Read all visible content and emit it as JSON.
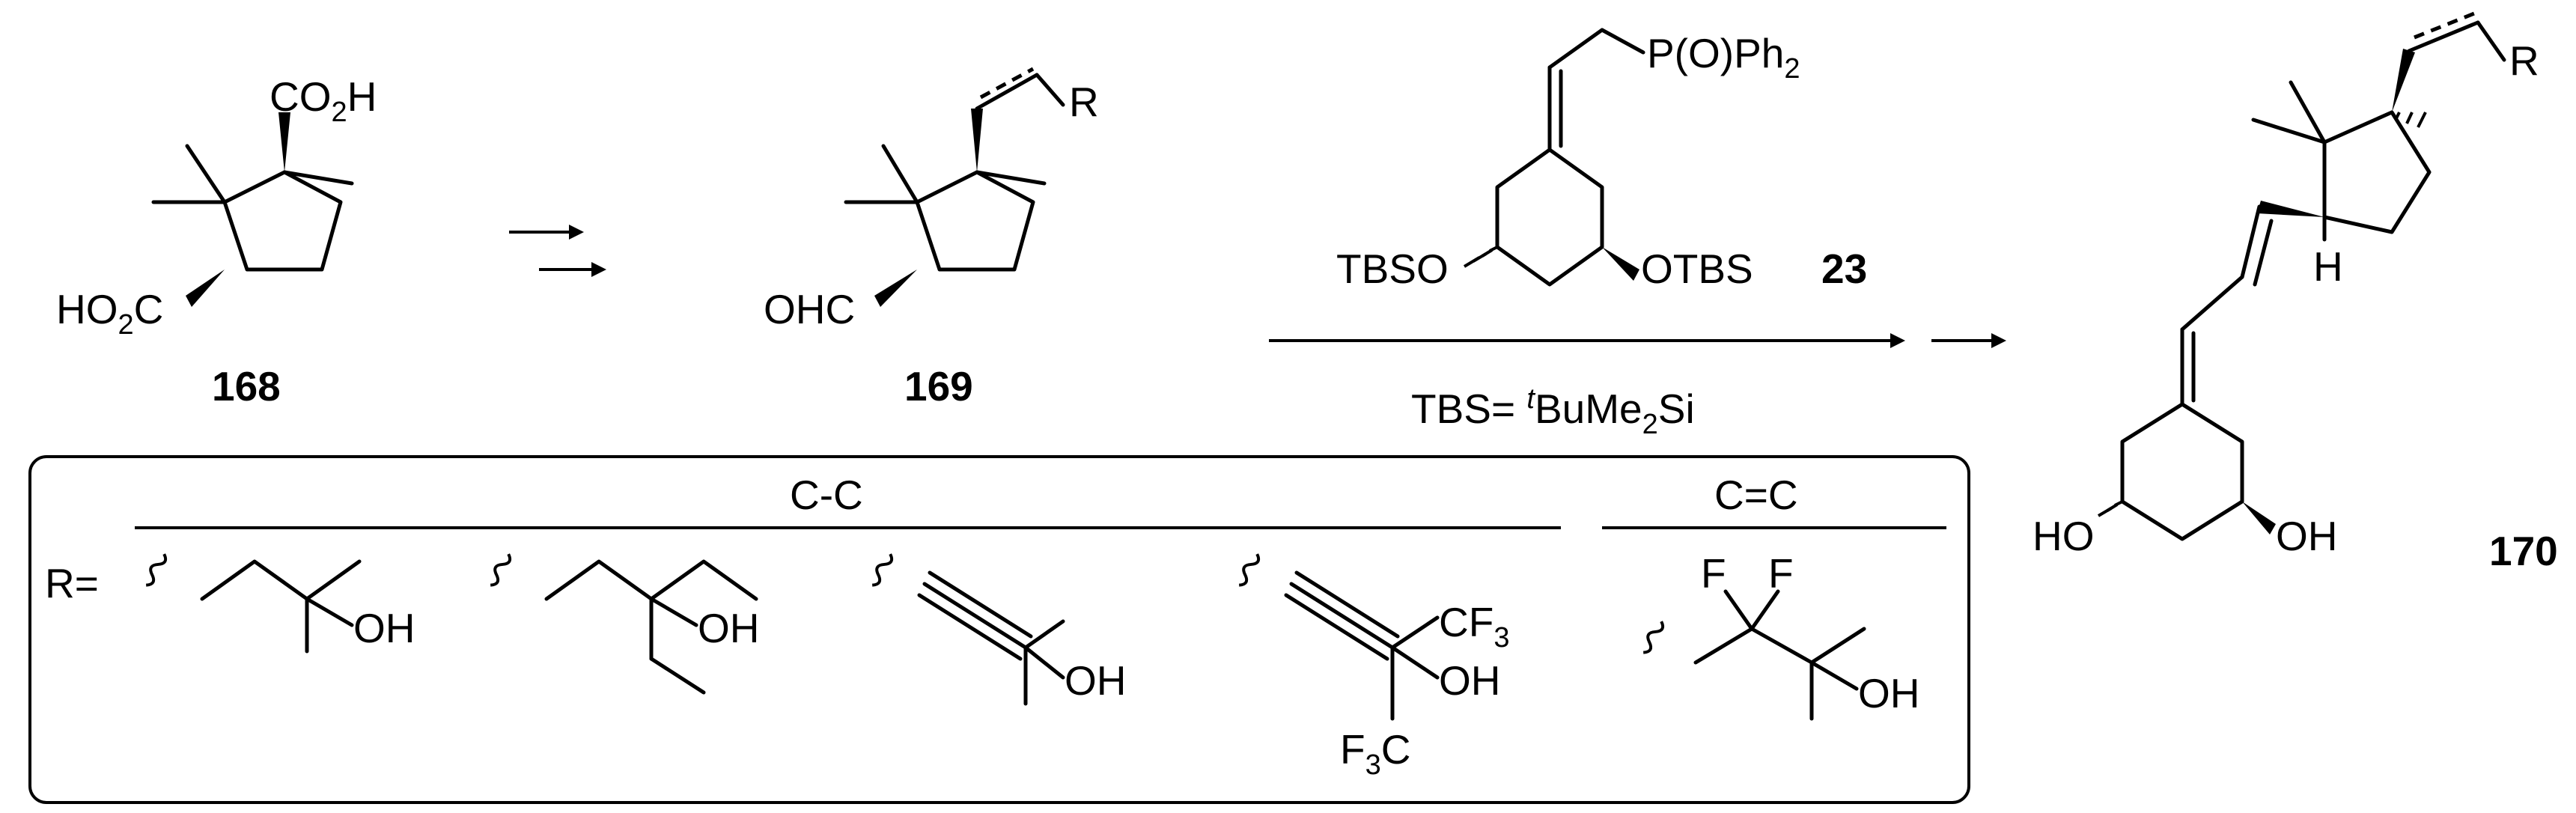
{
  "compounds": {
    "c168": {
      "number": "168",
      "top_group": "CO",
      "top_sub": "2",
      "top_end": "H",
      "left_group_pre": "HO",
      "left_sub": "2",
      "left_group_post": "C"
    },
    "c169": {
      "number": "169",
      "aldehyde": "OHC",
      "r_label": "R"
    },
    "c23": {
      "number": "23",
      "phosphine_pre": "P(O)Ph",
      "phosphine_sub": "2",
      "left_otbs": "TBSO",
      "right_otbs": "OTBS"
    },
    "c170": {
      "number": "170",
      "r_label": "R",
      "h_label": "H",
      "left_oh": "HO",
      "right_oh": "OH"
    }
  },
  "reagent_note": {
    "pre": "TBS= ",
    "sup": "t",
    "mid": "BuMe",
    "sub": "2",
    "post": "Si"
  },
  "r_box": {
    "r_label": "R=",
    "groups": [
      "C-C",
      "C=C"
    ],
    "substituents": [
      {
        "oh": "OH"
      },
      {
        "oh": "OH"
      },
      {
        "oh": "OH"
      },
      {
        "cf3_top_pre": "CF",
        "cf3_top_sub": "3",
        "oh": "OH",
        "cf3_bottom_pre": "F",
        "cf3_bottom_sub": "3",
        "cf3_bottom_post": "C"
      },
      {
        "f1": "F",
        "f2": "F",
        "oh": "OH"
      }
    ]
  },
  "colors": {
    "ink": "#000000",
    "background": "#ffffff"
  }
}
